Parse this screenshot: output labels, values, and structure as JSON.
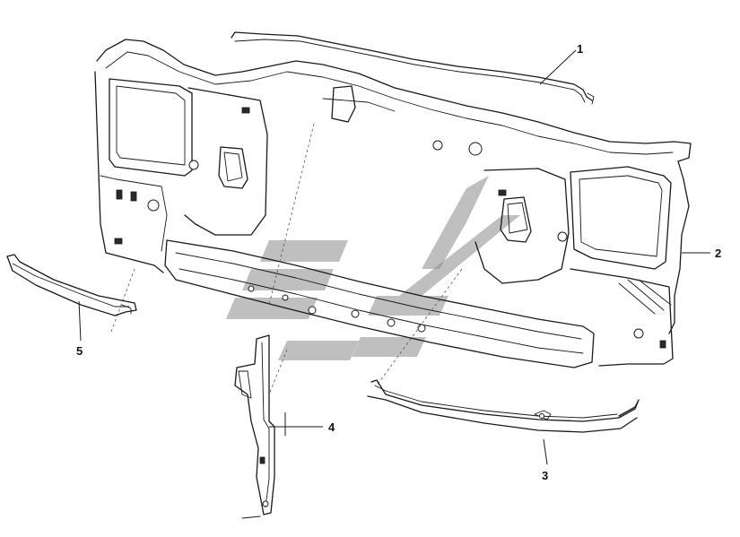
{
  "callouts": [
    {
      "id": "1",
      "text": "1"
    },
    {
      "id": "2",
      "text": "2"
    },
    {
      "id": "3",
      "text": "3"
    },
    {
      "id": "4",
      "text": "4"
    },
    {
      "id": "5",
      "text": "5"
    }
  ],
  "colors": {
    "line": "#1a1a1a",
    "background": "#ffffff",
    "watermark": "#8a8a8a"
  }
}
